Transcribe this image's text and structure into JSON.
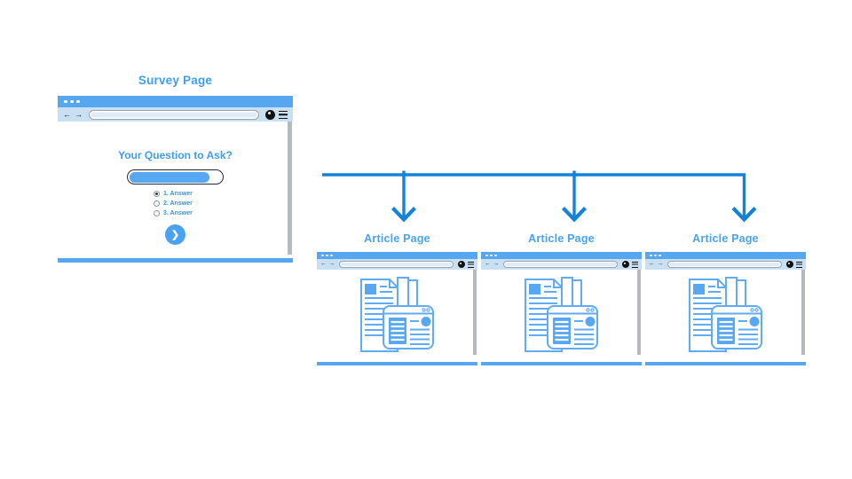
{
  "icons": {
    "back": "←",
    "forward": "→",
    "next_chevron": "❯"
  },
  "palette": {
    "window_blue": "#57a7f0",
    "navbar_blue": "#c9dff2",
    "arrow_blue": "#1383d9",
    "heading_blue": "#3d9df2",
    "article_label_blue": "#48a3f3",
    "illustration_blue": "#57a7f3"
  },
  "survey": {
    "page_label": "Survey Page",
    "question": "Your Question to Ask?",
    "input_fill_percent": 87,
    "answers": [
      {
        "label": "1. Answer",
        "selected": true
      },
      {
        "label": "2. Answer",
        "selected": false
      },
      {
        "label": "3. Answer",
        "selected": false
      }
    ]
  },
  "article_pages": [
    {
      "label": "Article Page"
    },
    {
      "label": "Article Page"
    },
    {
      "label": "Article Page"
    }
  ]
}
